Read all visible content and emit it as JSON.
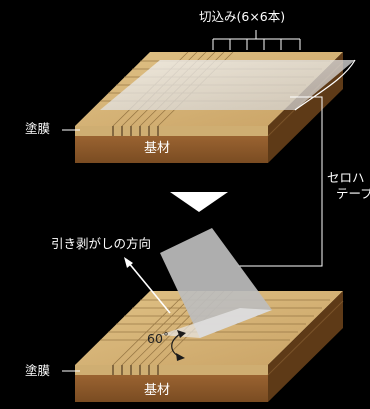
{
  "figure": {
    "cut_label": "切込み(6×6本)",
    "coating_label_top": "塗膜",
    "substrate_label_top": "基材",
    "tape_label_line1": "セロハ",
    "tape_label_line2": "テープ",
    "peel_direction_label": "引き剥がしの方向",
    "angle_label": "60˚",
    "coating_label_bottom": "塗膜",
    "substrate_label_bottom": "基材"
  },
  "colors": {
    "background": "#000000",
    "wood_top": "#d8b77a",
    "wood_front": "#8b5a2b",
    "wood_side": "#5e3a17",
    "tape": "#e9e9e9",
    "arrow": "#ffffff"
  }
}
